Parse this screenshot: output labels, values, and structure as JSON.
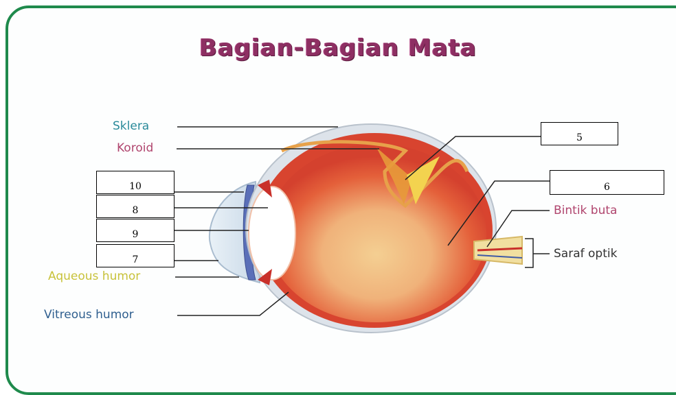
{
  "title": "Bagian-Bagian Mata",
  "labels": {
    "sklera": "Sklera",
    "koroid": "Koroid",
    "aqueous_humor": "Aqueous humor",
    "vitreous_humor": "Vitreous humor",
    "bintik_buta": "Bintik buta",
    "saraf_optik": "Saraf optik"
  },
  "boxes": {
    "b5": "5",
    "b6": "6",
    "b10": "10",
    "b8": "8",
    "b9": "9",
    "b7": "7"
  },
  "colors": {
    "frame": "#1f8a4c",
    "title": "#8e2f63",
    "label_teal": "#2a8a9a",
    "label_pink": "#b0456e",
    "label_yellow": "#c8c23a",
    "label_blue": "#2f5f8f"
  }
}
